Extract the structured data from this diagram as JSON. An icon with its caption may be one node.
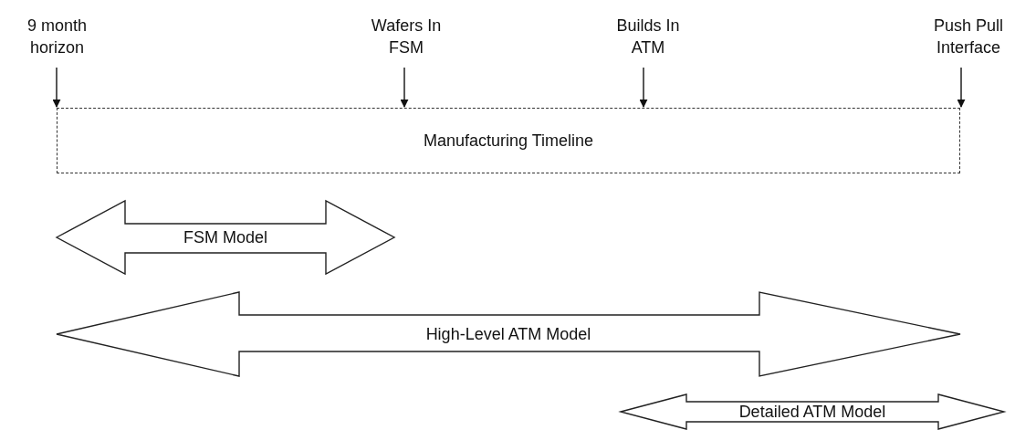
{
  "diagram": {
    "nodes": [
      {
        "text": [
          "9 month horizon"
        ]
      },
      {
        "text": [
          "Wafers In FSM"
        ]
      },
      {
        "text": [
          "Builds In ATM"
        ]
      },
      {
        "text": [
          "Push Pull Interface"
        ]
      },
      {
        "text": [
          "Manufacturing Timeline"
        ]
      },
      {
        "text": [
          "FSM Model"
        ]
      },
      {
        "text": [
          "High-Level ATM Model"
        ]
      },
      {
        "text": [
          "Detailed ATM Model"
        ]
      }
    ],
    "edges": [
      {
        "from": 0,
        "to": 4,
        "arrow": "to"
      },
      {
        "from": 1,
        "to": 4,
        "arrow": "to"
      },
      {
        "from": 2,
        "to": 4,
        "arrow": "to"
      },
      {
        "from": 3,
        "to": 4,
        "arrow": "to"
      }
    ]
  }
}
